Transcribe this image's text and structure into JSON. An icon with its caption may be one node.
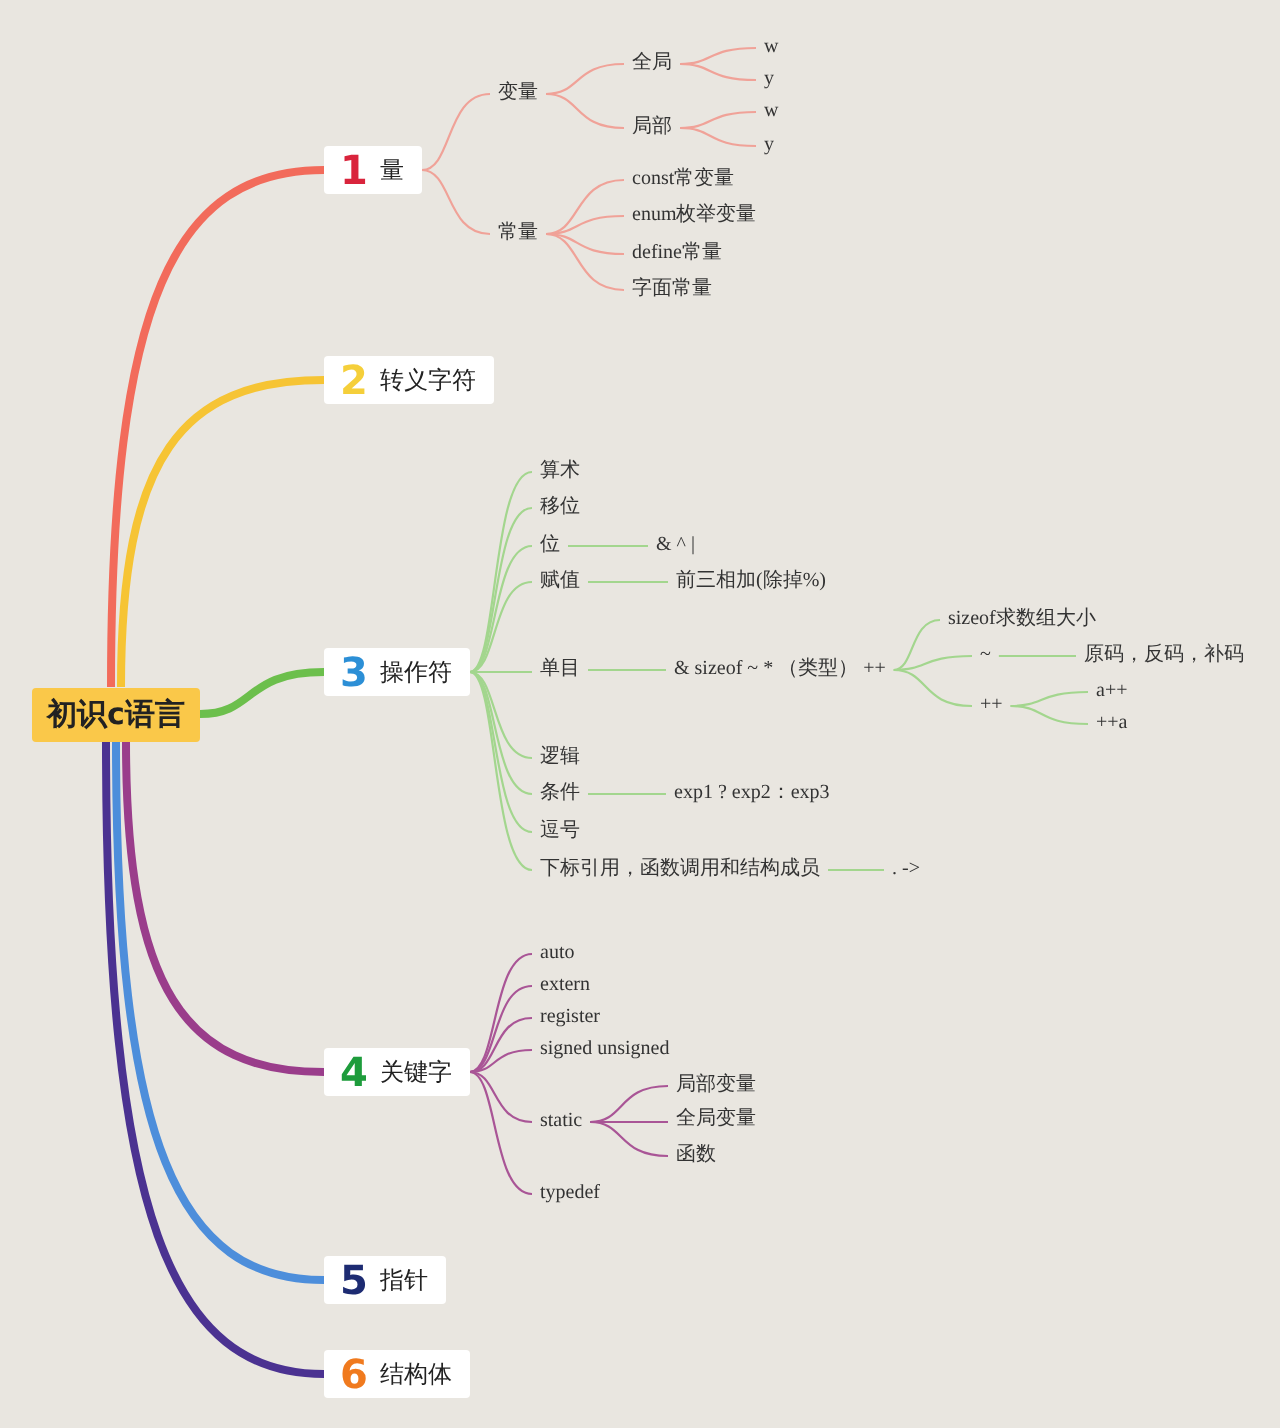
{
  "diagram": {
    "nodes": [
      {
        "text": [
          "初识c语言"
        ]
      },
      {
        "text": [
          "1",
          "量"
        ]
      },
      {
        "text": [
          "变量"
        ]
      },
      {
        "text": [
          "全局"
        ]
      },
      {
        "text": [
          "w"
        ]
      },
      {
        "text": [
          "y"
        ]
      },
      {
        "text": [
          "局部"
        ]
      },
      {
        "text": [
          "w"
        ]
      },
      {
        "text": [
          "y"
        ]
      },
      {
        "text": [
          "常量"
        ]
      },
      {
        "text": [
          "const常变量"
        ]
      },
      {
        "text": [
          "enum枚举变量"
        ]
      },
      {
        "text": [
          "define常量"
        ]
      },
      {
        "text": [
          "字面常量"
        ]
      },
      {
        "text": [
          "2",
          "转义字符"
        ]
      },
      {
        "text": [
          "3",
          "操作符"
        ]
      },
      {
        "text": [
          "算术"
        ]
      },
      {
        "text": [
          "移位"
        ]
      },
      {
        "text": [
          "位"
        ]
      },
      {
        "text": [
          "& ^ |"
        ]
      },
      {
        "text": [
          "赋值"
        ]
      },
      {
        "text": [
          "前三相加(除掉%)"
        ]
      },
      {
        "text": [
          "单目"
        ]
      },
      {
        "text": [
          "& sizeof ~ * （类型） ++"
        ]
      },
      {
        "text": [
          "sizeof求数组大小"
        ]
      },
      {
        "text": [
          "~"
        ]
      },
      {
        "text": [
          "原码，反码，补码"
        ]
      },
      {
        "text": [
          "++"
        ]
      },
      {
        "text": [
          "a++"
        ]
      },
      {
        "text": [
          "++a"
        ]
      },
      {
        "text": [
          "逻辑"
        ]
      },
      {
        "text": [
          "条件"
        ]
      },
      {
        "text": [
          "exp1 ? exp2：exp3"
        ]
      },
      {
        "text": [
          "逗号"
        ]
      },
      {
        "text": [
          "下标引用，函数调用和结构成员"
        ]
      },
      {
        "text": [
          ". ->"
        ]
      },
      {
        "text": [
          "4",
          "关键字"
        ]
      },
      {
        "text": [
          "auto"
        ]
      },
      {
        "text": [
          "extern"
        ]
      },
      {
        "text": [
          "register"
        ]
      },
      {
        "text": [
          "signed unsigned"
        ]
      },
      {
        "text": [
          "static"
        ]
      },
      {
        "text": [
          "局部变量"
        ]
      },
      {
        "text": [
          "全局变量"
        ]
      },
      {
        "text": [
          "函数"
        ]
      },
      {
        "text": [
          "typedef"
        ]
      },
      {
        "text": [
          "5",
          "指针"
        ]
      },
      {
        "text": [
          "6",
          "结构体"
        ]
      }
    ],
    "edges": [
      {
        "from": 0,
        "to": 1,
        "arrow": "none",
        "style": "thick",
        "color": "#f26b5b"
      },
      {
        "from": 1,
        "to": 2,
        "arrow": "none",
        "color": "#f0a298"
      },
      {
        "from": 2,
        "to": 3,
        "arrow": "none",
        "color": "#f0a298"
      },
      {
        "from": 3,
        "to": 4,
        "arrow": "none",
        "color": "#f0a298"
      },
      {
        "from": 3,
        "to": 5,
        "arrow": "none",
        "color": "#f0a298"
      },
      {
        "from": 2,
        "to": 6,
        "arrow": "none",
        "color": "#f0a298"
      },
      {
        "from": 6,
        "to": 7,
        "arrow": "none",
        "color": "#f0a298"
      },
      {
        "from": 6,
        "to": 8,
        "arrow": "none",
        "color": "#f0a298"
      },
      {
        "from": 1,
        "to": 9,
        "arrow": "none",
        "color": "#f0a298"
      },
      {
        "from": 9,
        "to": 10,
        "arrow": "none",
        "color": "#f0a298"
      },
      {
        "from": 9,
        "to": 11,
        "arrow": "none",
        "color": "#f0a298"
      },
      {
        "from": 9,
        "to": 12,
        "arrow": "none",
        "color": "#f0a298"
      },
      {
        "from": 9,
        "to": 13,
        "arrow": "none",
        "color": "#f0a298"
      },
      {
        "from": 0,
        "to": 14,
        "arrow": "none",
        "style": "thick",
        "color": "#f6c434"
      },
      {
        "from": 0,
        "to": 15,
        "arrow": "none",
        "style": "thick",
        "color": "#6cbf4c"
      },
      {
        "from": 15,
        "to": 16,
        "arrow": "none"
      },
      {
        "from": 15,
        "to": 17,
        "arrow": "none"
      },
      {
        "from": 15,
        "to": 18,
        "arrow": "none"
      },
      {
        "from": 18,
        "to": 19,
        "arrow": "none"
      },
      {
        "from": 15,
        "to": 20,
        "arrow": "none"
      },
      {
        "from": 20,
        "to": 21,
        "arrow": "none"
      },
      {
        "from": 15,
        "to": 22,
        "arrow": "none"
      },
      {
        "from": 22,
        "to": 23,
        "arrow": "none"
      },
      {
        "from": 23,
        "to": 24,
        "arrow": "none"
      },
      {
        "from": 23,
        "to": 25,
        "arrow": "none"
      },
      {
        "from": 25,
        "to": 26,
        "arrow": "none"
      },
      {
        "from": 23,
        "to": 27,
        "arrow": "none"
      },
      {
        "from": 27,
        "to": 28,
        "arrow": "none"
      },
      {
        "from": 27,
        "to": 29,
        "arrow": "none"
      },
      {
        "from": 15,
        "to": 30,
        "arrow": "none"
      },
      {
        "from": 15,
        "to": 31,
        "arrow": "none"
      },
      {
        "from": 31,
        "to": 32,
        "arrow": "none"
      },
      {
        "from": 15,
        "to": 33,
        "arrow": "none"
      },
      {
        "from": 15,
        "to": 34,
        "arrow": "none"
      },
      {
        "from": 34,
        "to": 35,
        "arrow": "none"
      },
      {
        "from": 0,
        "to": 36,
        "arrow": "none",
        "style": "thick",
        "color": "#9a3d8b"
      },
      {
        "from": 36,
        "to": 37,
        "arrow": "none",
        "color": "#a95596"
      },
      {
        "from": 36,
        "to": 38,
        "arrow": "none",
        "color": "#a95596"
      },
      {
        "from": 36,
        "to": 39,
        "arrow": "none",
        "color": "#a95596"
      },
      {
        "from": 36,
        "to": 40,
        "arrow": "none",
        "color": "#a95596"
      },
      {
        "from": 36,
        "to": 41,
        "arrow": "none",
        "color": "#a95596"
      },
      {
        "from": 41,
        "to": 42,
        "arrow": "none",
        "color": "#a95596"
      },
      {
        "from": 41,
        "to": 43,
        "arrow": "none",
        "color": "#a95596"
      },
      {
        "from": 41,
        "to": 44,
        "arrow": "none",
        "color": "#a95596"
      },
      {
        "from": 36,
        "to": 45,
        "arrow": "none",
        "color": "#a95596"
      },
      {
        "from": 0,
        "to": 46,
        "arrow": "none",
        "style": "thick",
        "color": "#4d8edb"
      },
      {
        "from": 0,
        "to": 47,
        "arrow": "none",
        "style": "thick",
        "color": "#4b3291"
      }
    ]
  }
}
